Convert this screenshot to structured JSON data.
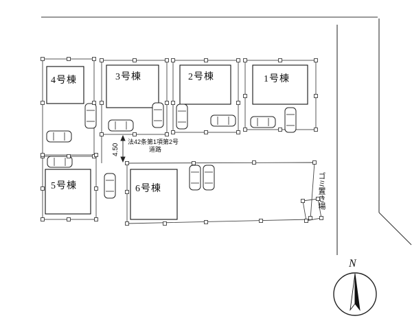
{
  "plan": {
    "buildings": [
      {
        "label": "4号棟"
      },
      {
        "label": "3号棟"
      },
      {
        "label": "2号棟"
      },
      {
        "label": "1号棟"
      },
      {
        "label": "5号棟"
      },
      {
        "label": "6号棟"
      }
    ],
    "road": {
      "line1": "法42条第1項第2号",
      "line2": "道路"
    },
    "dimension": {
      "value": "4.50"
    },
    "garbage": {
      "label": "ゴミ置き場"
    },
    "compass": {
      "label": "N"
    }
  }
}
